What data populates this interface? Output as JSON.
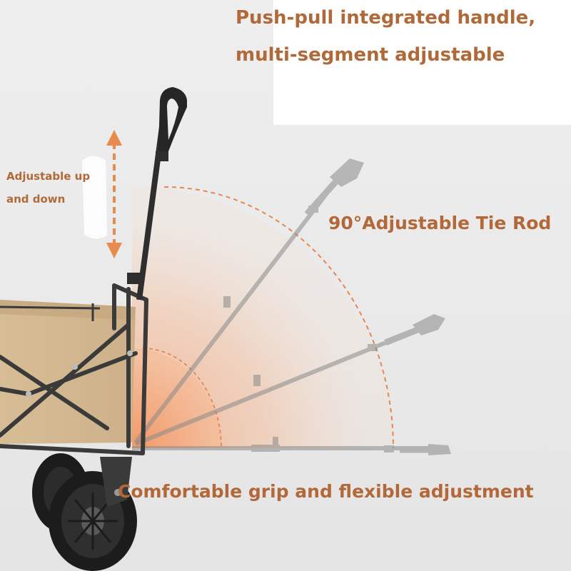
{
  "captions": {
    "handle_line1": "Push-pull integrated handle,",
    "handle_line2": "multi-segment adjustable",
    "updown_line1": "Adjustable up",
    "updown_line2": "and down",
    "tie_rod": "90°Adjustable Tie Rod",
    "grip": "Comfortable grip and flexible adjustment"
  },
  "colors": {
    "caption_text": "#b06a3a",
    "arc_fill": "#f4b88f",
    "arc_dash": "#e8864e",
    "arrow": "#e98a4e",
    "fabric": "#d8bd95",
    "frame": "#3a3a3a",
    "ghost_handle": "#8a8a8a",
    "tire": "#1c1c1c"
  }
}
